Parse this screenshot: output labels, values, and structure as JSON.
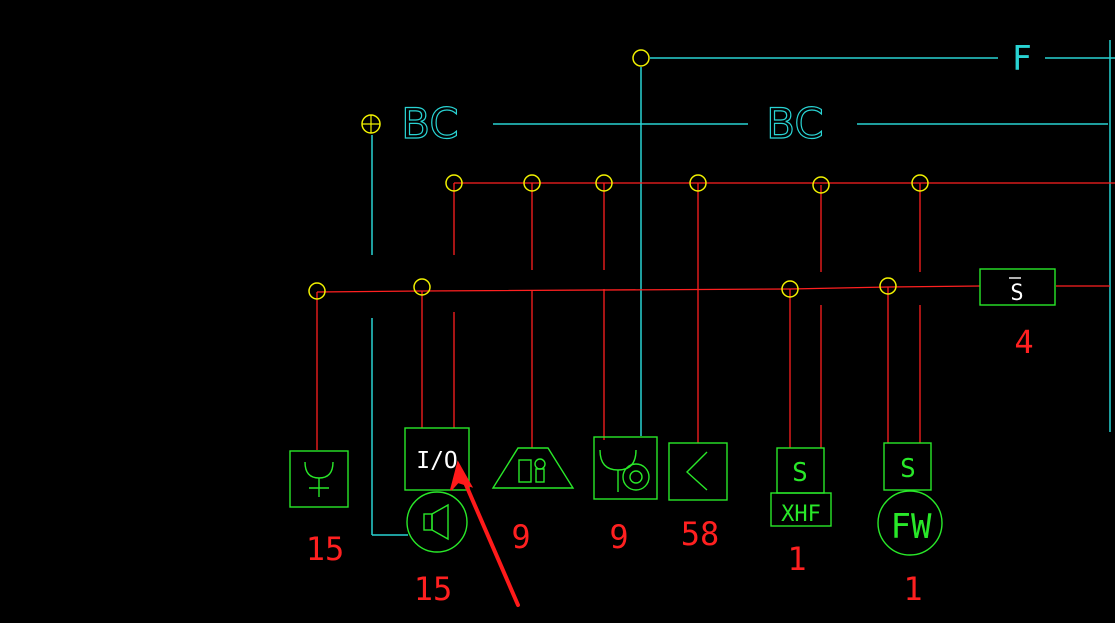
{
  "bus_labels": {
    "f": "F",
    "bc_left": "BC",
    "bc_right": "BC"
  },
  "devices": [
    {
      "id": "dev-1",
      "symbol_text": "",
      "quantity": "15"
    },
    {
      "id": "dev-2",
      "symbol_text": "I/O",
      "quantity": ""
    },
    {
      "id": "dev-3",
      "symbol_text": "",
      "quantity": "15"
    },
    {
      "id": "dev-4",
      "symbol_text": "",
      "quantity": "9"
    },
    {
      "id": "dev-5",
      "symbol_text": "",
      "quantity": "9"
    },
    {
      "id": "dev-6",
      "symbol_text": "",
      "quantity": "58"
    },
    {
      "id": "dev-7",
      "symbol_text": "S",
      "sub_text": "XHF",
      "quantity": "1"
    },
    {
      "id": "dev-8",
      "symbol_text": "S",
      "sub_text": "FW",
      "quantity": "1"
    },
    {
      "id": "dev-9",
      "symbol_text": "S",
      "quantity": "4"
    }
  ],
  "colors": {
    "background": "#000000",
    "wire_red": "#ff2020",
    "wire_cyan": "#29d3d3",
    "symbol_green": "#29e829",
    "junction_yellow": "#f2f200",
    "text_white": "#ffffff",
    "annotation_arrow": "#ff1a1a"
  }
}
